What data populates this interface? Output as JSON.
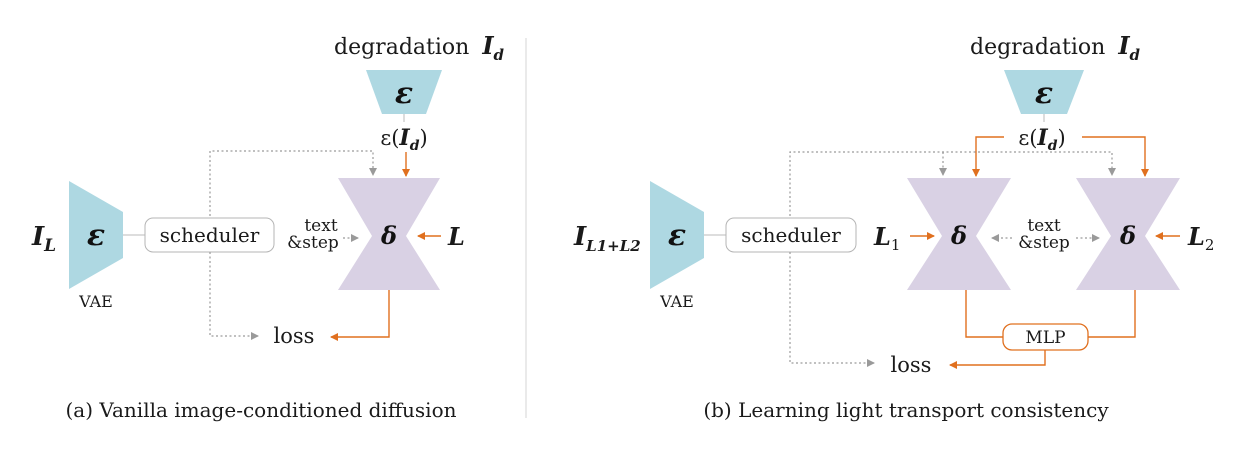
{
  "colors": {
    "encoder": "#aed8e2",
    "denoiser": "#d9d1e4",
    "arrow_orange": "#e0701f",
    "dotted_gray": "#9a9a9a",
    "divider": "#cfcfcf"
  },
  "left": {
    "degradation_label": "degradation",
    "degradation_symbol": "I",
    "degradation_sub": "d",
    "encoder_symbol": "ε",
    "encoded_label_prefix": "ε(",
    "encoded_symbol": "I",
    "encoded_sub": "d",
    "encoded_label_suffix": ")",
    "input_symbol": "I",
    "input_sub": "L",
    "vae_encoder_symbol": "ε",
    "vae_label": "VAE",
    "scheduler_label": "scheduler",
    "text_label": "text",
    "step_label": "&step",
    "denoiser_symbol": "δ",
    "light_symbol": "L",
    "loss_label": "loss",
    "caption": "(a) Vanilla image-conditioned diffusion"
  },
  "right": {
    "degradation_label": "degradation",
    "degradation_symbol": "I",
    "degradation_sub": "d",
    "encoder_symbol": "ε",
    "encoded_label_prefix": "ε(",
    "encoded_symbol": "I",
    "encoded_sub": "d",
    "encoded_label_suffix": ")",
    "input_symbol": "I",
    "input_sub": "L1+L2",
    "vae_encoder_symbol": "ε",
    "vae_label": "VAE",
    "scheduler_label": "scheduler",
    "light1_symbol": "L",
    "light1_sub": "1",
    "light2_symbol": "L",
    "light2_sub": "2",
    "denoiser1_symbol": "δ",
    "denoiser2_symbol": "δ",
    "text_label": "text",
    "step_label": "&step",
    "mlp_label": "MLP",
    "loss_label": "loss",
    "caption": "(b) Learning light transport consistency"
  }
}
